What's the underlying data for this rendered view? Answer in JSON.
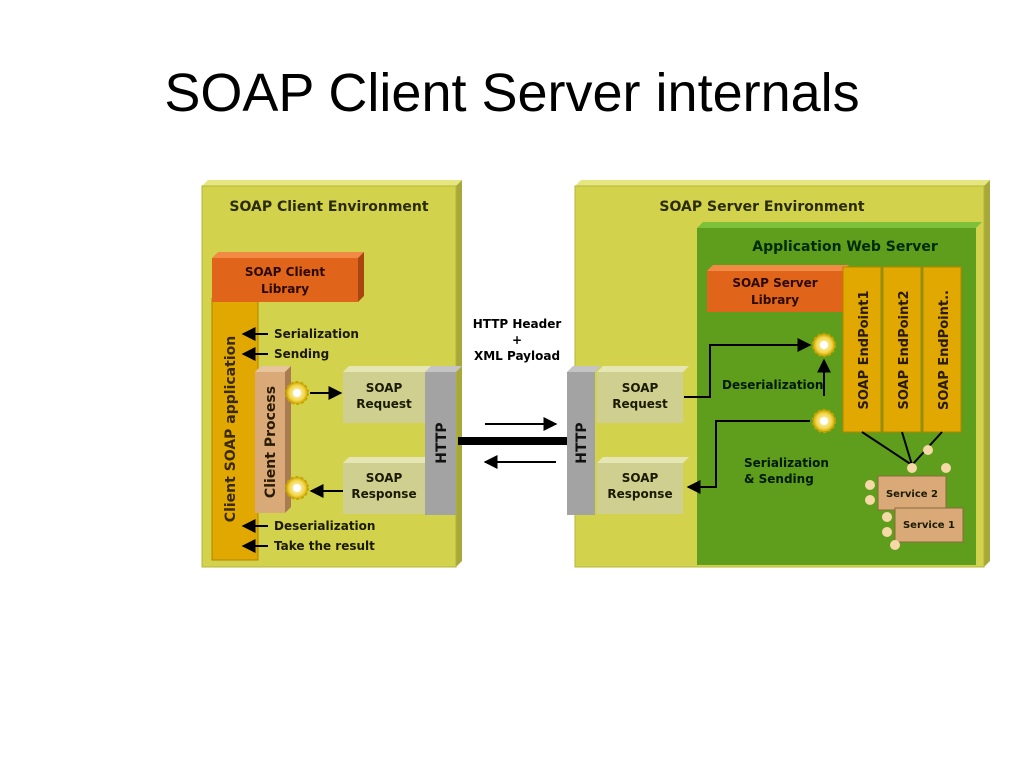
{
  "slide": {
    "title": "SOAP Client Server internals"
  },
  "client_environment": {
    "title": "SOAP Client Environment",
    "library": [
      "SOAP Client",
      "Library"
    ],
    "application": "Client SOAP application",
    "process": "Client Process",
    "steps_top": [
      "Serialization",
      "Sending"
    ],
    "steps_bottom": [
      "Deserialization",
      "Take the result"
    ],
    "request": [
      "SOAP",
      "Request"
    ],
    "response": [
      "SOAP",
      "Response"
    ],
    "http": "HTTP"
  },
  "transport": {
    "label": [
      "HTTP Header",
      "+",
      "XML Payload"
    ]
  },
  "server_environment": {
    "title": "SOAP Server Environment",
    "http": "HTTP",
    "request": [
      "SOAP",
      "Request"
    ],
    "response": [
      "SOAP",
      "Response"
    ],
    "deserialization": "Deserialization",
    "serialization_sending": [
      "Serialization",
      "& Sending"
    ],
    "web_server": {
      "title": "Application Web Server",
      "library": [
        "SOAP Server",
        "Library"
      ],
      "endpoints": [
        "SOAP EndPoint1",
        "SOAP EndPoint2",
        "SOAP EndPoint.."
      ],
      "services": [
        "Service 2",
        "Service 1"
      ]
    }
  },
  "colors": {
    "environment": "#D2D24C",
    "web_server": "#5E9E1C",
    "library": "#E0641A",
    "application_bar": "#E0A800",
    "process_bar": "#D9A978",
    "soap_box": "#CFCF8F",
    "http_bar": "#A3A3A3",
    "service": "#D9A978"
  }
}
